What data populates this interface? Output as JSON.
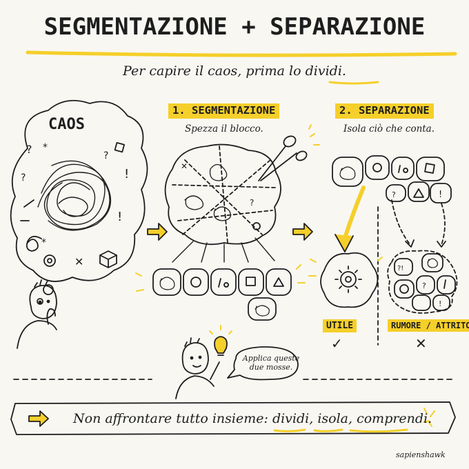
{
  "title": "SEGMENTAZIONE + SEPARAZIONE",
  "subtitle": {
    "before": "Per capire il caos, prima lo ",
    "highlight": "dividi",
    "after": "."
  },
  "caos_label": "CAOS",
  "step1": {
    "header": "1. SEGMENTAZIONE",
    "caption": "Spezza il blocco."
  },
  "step2": {
    "header": "2. SEPARAZIONE",
    "caption": "Isola ciò che conta."
  },
  "useful_label": "UTILE",
  "useful_mark": "✓",
  "noise_label": "RUMORE / ATTRITO",
  "noise_mark": "✕",
  "speech_bubble": "Applica queste due mosse.",
  "banner": {
    "lead": "Non affrontare tutto insieme: ",
    "w1": "dividi",
    "sep1": ", ",
    "w2": "isola",
    "sep2": ", ",
    "w3": "comprendi",
    "end": "."
  },
  "credit": "sapienshawk",
  "colors": {
    "accent": "#f5cf2a",
    "ink": "#1e1e1e",
    "paper": "#f8f7f2"
  },
  "icons": [
    "scissors-icon",
    "lightbulb-icon",
    "arrow-right-icon",
    "thinking-person-icon",
    "gear-icon",
    "checkmark-icon",
    "cross-icon"
  ]
}
